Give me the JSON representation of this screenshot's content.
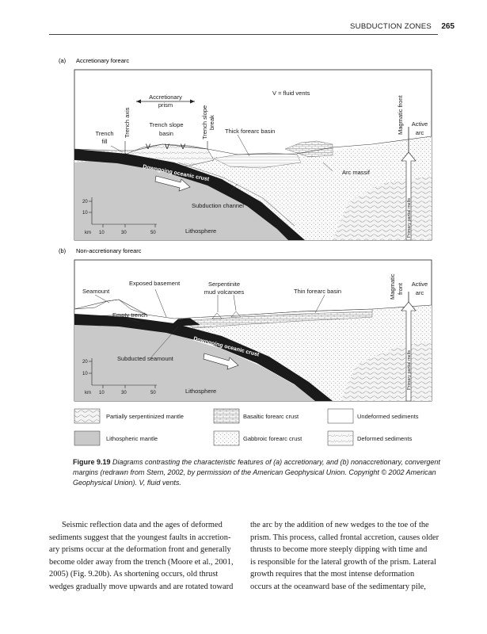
{
  "header": {
    "section": "SUBDUCTION ZONES",
    "page_number": "265"
  },
  "figure": {
    "panel_a": {
      "label": "(a)",
      "title": "Accretionary forearc",
      "labels": {
        "accretionary_prism_1": "Accretionary",
        "accretionary_prism_2": "prism",
        "fluid_vents": "V = fluid vents",
        "trench_axis": "Trench axis",
        "trench_slope_basin_1": "Trench slope",
        "trench_slope_basin_2": "basin",
        "trench_slope_break_1": "Trench slope",
        "trench_slope_break_2": "break",
        "trench_fill_1": "Trench",
        "trench_fill_2": "fill",
        "thick_forearc_basin": "Thick forearc basin",
        "magmatic_front": "Magmatic front",
        "active_arc_1": "Active",
        "active_arc_2": "arc",
        "arc_massif": "Arc massif",
        "downgoing_crust": "Downgoing oceanic crust",
        "subduction_channel": "Subduction channel",
        "primary_partial_melts": "Primary partial melts",
        "lithosphere": "Lithosphere",
        "vent_symbol": "V"
      },
      "scale": {
        "y_ticks": [
          "20",
          "10"
        ],
        "x_unit": "km",
        "x_ticks": [
          "10",
          "30",
          "50"
        ]
      }
    },
    "panel_b": {
      "label": "(b)",
      "title": "Non-accretionary forearc",
      "labels": {
        "seamount": "Seamount",
        "exposed_basement": "Exposed basement",
        "serpentinite_1": "Serpentinite",
        "serpentinite_2": "mud volcanoes",
        "thin_forearc_basin": "Thin forearc basin",
        "magmatic_front_1": "Magmatic",
        "magmatic_front_2": "front",
        "active_arc_1": "Active",
        "active_arc_2": "arc",
        "empty_trench": "Empty trench",
        "downgoing_crust": "Downgoing oceanic crust",
        "subducted_seamount": "Subducted seamount",
        "primary_partial_melts": "Primary partial melts",
        "lithosphere": "Lithosphere"
      },
      "scale": {
        "y_ticks": [
          "20",
          "10"
        ],
        "x_unit": "km",
        "x_ticks": [
          "10",
          "30",
          "50"
        ]
      }
    },
    "legend": [
      {
        "label": "Partially serpentinized mantle",
        "pattern": "wavy"
      },
      {
        "label": "Basaltic forearc crust",
        "pattern": "brick"
      },
      {
        "label": "Undeformed sediments",
        "pattern": "blank"
      },
      {
        "label": "Lithospheric mantle",
        "pattern": "gray"
      },
      {
        "label": "Gabbroic forearc crust",
        "pattern": "dots"
      },
      {
        "label": "Deformed sediments",
        "pattern": "wiggle"
      }
    ]
  },
  "caption": {
    "number": "Figure 9.19",
    "text": "Diagrams contrasting the characteristic features of (a) accretionary, and (b) nonaccretionary, convergent margins (redrawn from Stern, 2002, by permission of the American Geophysical Union. Copyright © 2002 American Geophysical Union). V, fluid vents."
  },
  "body": {
    "left_lines": [
      "Seismic reflection data and the ages of deformed",
      "sediments suggest that the youngest faults in accretion-",
      "ary prisms occur at the deformation front and generally",
      "become older away from the trench (Moore et al., 2001,",
      "2005) (Fig. 9.20b). As shortening occurs, old thrust",
      "wedges gradually move upwards and are rotated toward"
    ],
    "right_lines": [
      "the arc by the addition of new wedges to the toe of the",
      "prism. This process, called frontal accretion, causes older",
      "thrusts to become more steeply dipping with time and",
      "is responsible for the lateral growth of the prism. Lateral",
      "growth requires that the most intense deformation",
      "occurs at the oceanward base of the sedimentary pile,"
    ]
  }
}
